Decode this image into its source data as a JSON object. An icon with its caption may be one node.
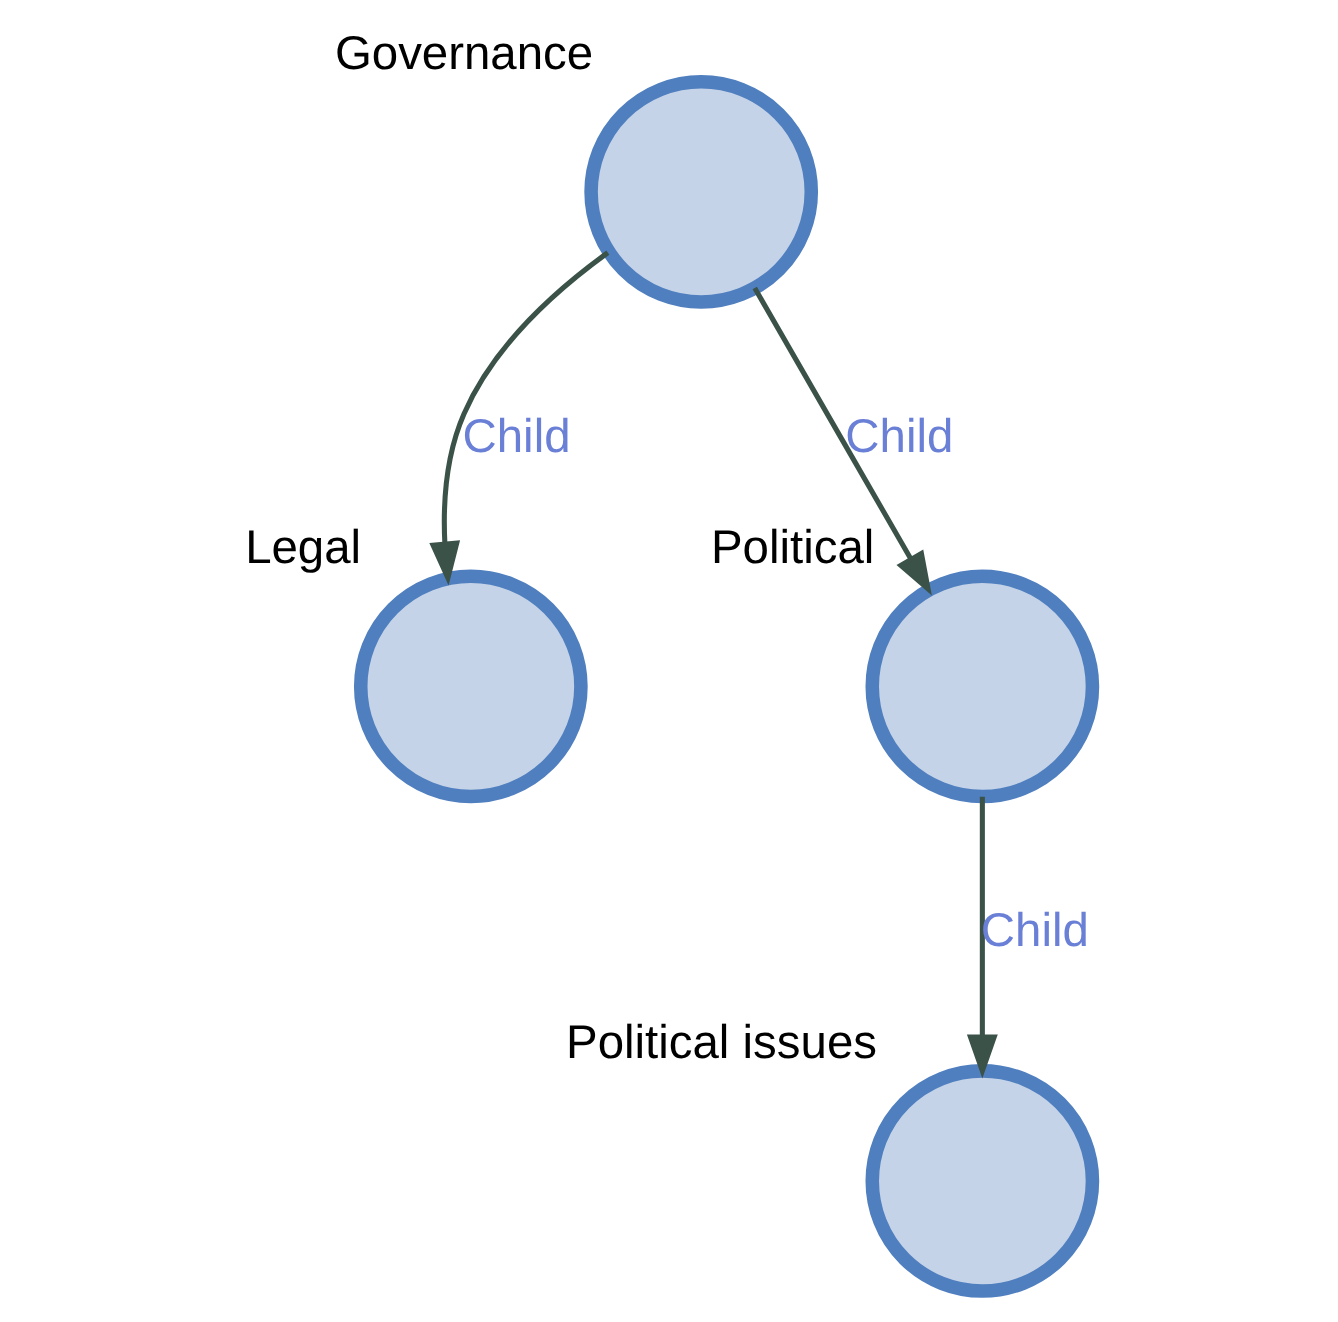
{
  "diagram": {
    "nodes": [
      {
        "text": [
          "Governance"
        ]
      },
      {
        "text": [
          "Legal"
        ]
      },
      {
        "text": [
          "Political"
        ]
      },
      {
        "text": [
          "Political issues"
        ]
      }
    ],
    "edges": [
      {
        "from": 0,
        "to": 1,
        "arrow": "to",
        "label": "Child"
      },
      {
        "from": 0,
        "to": 2,
        "arrow": "to",
        "label": "Child"
      },
      {
        "from": 2,
        "to": 3,
        "arrow": "to",
        "label": "Child"
      }
    ]
  }
}
